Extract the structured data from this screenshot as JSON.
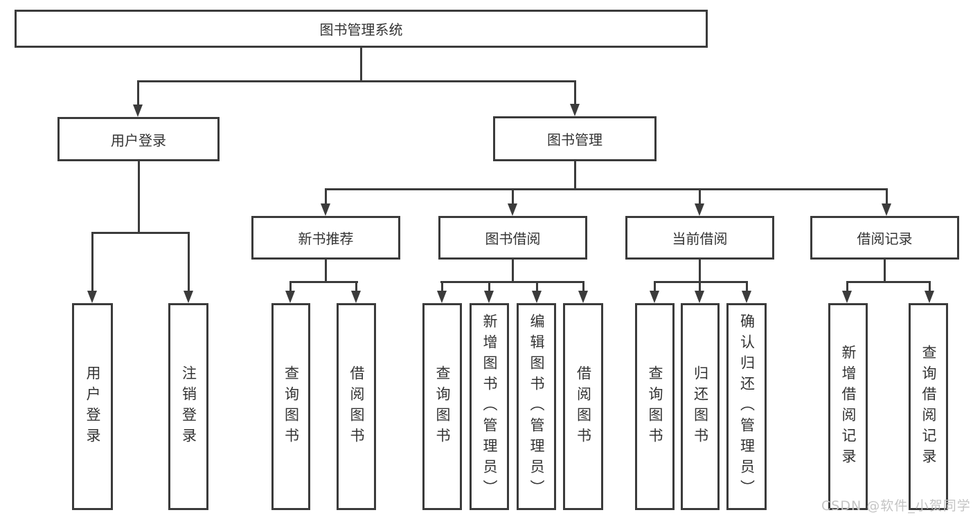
{
  "diagram": {
    "title": "图书管理系统",
    "watermark": "CSDN @软件_小贺同学",
    "nodes": {
      "root": {
        "label": "图书管理系统"
      },
      "user_login": {
        "label": "用户登录"
      },
      "book_mgmt": {
        "label": "图书管理"
      },
      "new_book_rec": {
        "label": "新书推荐"
      },
      "book_borrow": {
        "label": "图书借阅"
      },
      "current_borrow": {
        "label": "当前借阅"
      },
      "borrow_record": {
        "label": "借阅记录"
      },
      "leaf_user_login": {
        "label": "用户登录"
      },
      "leaf_logout": {
        "label": "注销登录"
      },
      "leaf_rec_query": {
        "label": "查询图书"
      },
      "leaf_rec_borrow": {
        "label": "借阅图书"
      },
      "leaf_bb_query": {
        "label": "查询图书"
      },
      "leaf_bb_add": {
        "label": "新增图书（管理员）"
      },
      "leaf_bb_edit": {
        "label": "编辑图书（管理员）"
      },
      "leaf_bb_borrow": {
        "label": "借阅图书"
      },
      "leaf_cb_query": {
        "label": "查询图书"
      },
      "leaf_cb_return": {
        "label": "归还图书"
      },
      "leaf_cb_confirm": {
        "label": "确认归还（管理员）"
      },
      "leaf_br_add": {
        "label": "新增借阅记录"
      },
      "leaf_br_query": {
        "label": "查询借阅记录"
      }
    },
    "hierarchy": {
      "root": [
        "user_login",
        "book_mgmt"
      ],
      "user_login": [
        "leaf_user_login",
        "leaf_logout"
      ],
      "book_mgmt": [
        "new_book_rec",
        "book_borrow",
        "current_borrow",
        "borrow_record"
      ],
      "new_book_rec": [
        "leaf_rec_query",
        "leaf_rec_borrow"
      ],
      "book_borrow": [
        "leaf_bb_query",
        "leaf_bb_add",
        "leaf_bb_edit",
        "leaf_bb_borrow"
      ],
      "current_borrow": [
        "leaf_cb_query",
        "leaf_cb_return",
        "leaf_cb_confirm"
      ],
      "borrow_record": [
        "leaf_br_add",
        "leaf_br_query"
      ]
    },
    "colors": {
      "line": "#3b3b3b",
      "box_border": "#3b3b3b",
      "text": "#333333",
      "background": "#ffffff",
      "watermark": "#c4c4c4"
    }
  }
}
